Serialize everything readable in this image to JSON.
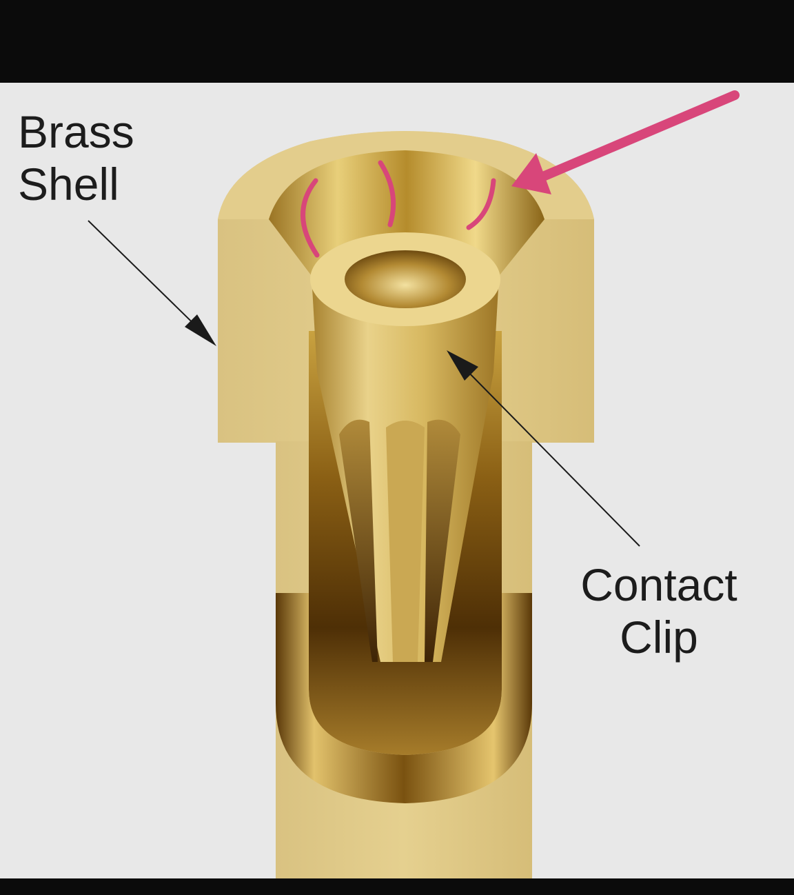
{
  "labels": {
    "brass_shell": [
      "Brass",
      "Shell"
    ],
    "contact_clip": [
      "Contact",
      "Clip"
    ]
  },
  "colors": {
    "background": "#e8e8e8",
    "bar": "#0b0b0b",
    "brass_light": "#e6d092",
    "brass_mid": "#c9a94a",
    "brass_dark": "#5a3a0a",
    "annotation": "#d8467a",
    "text": "#1c1c1c"
  }
}
